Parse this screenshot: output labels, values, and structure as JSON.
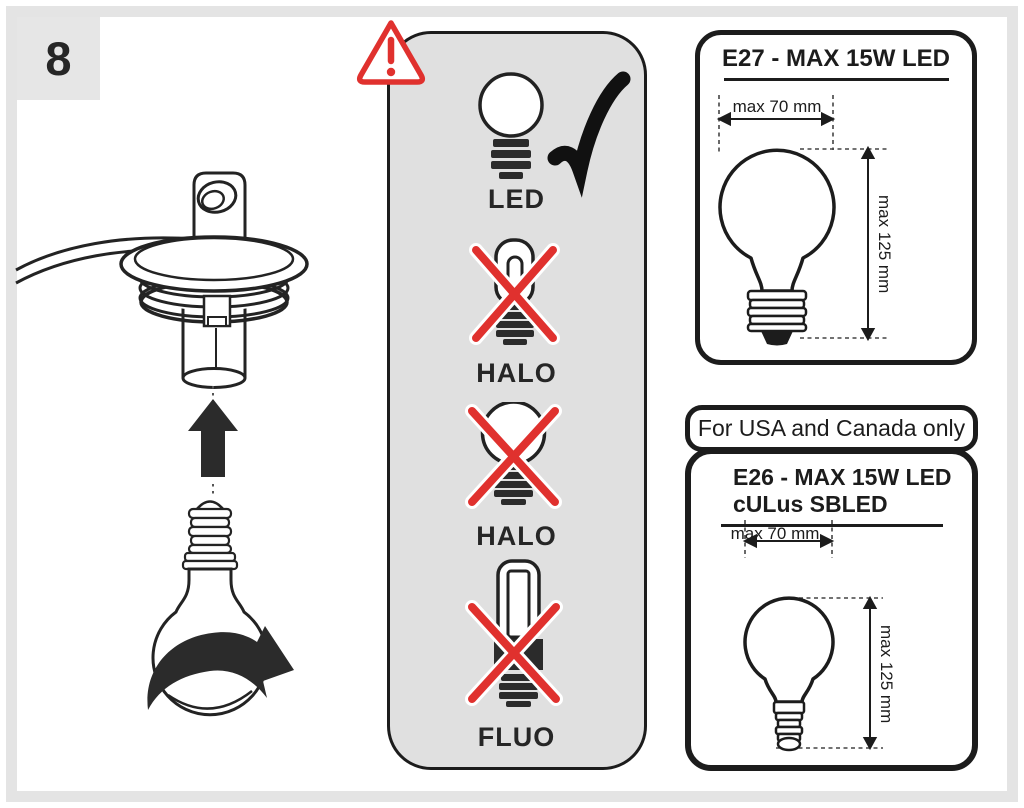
{
  "step": {
    "number": "8"
  },
  "panel": {
    "items": [
      {
        "label": "LED",
        "status": "allowed"
      },
      {
        "label": "HALO",
        "status": "prohibited"
      },
      {
        "label": "HALO",
        "status": "prohibited"
      },
      {
        "label": "FLUO",
        "status": "prohibited"
      }
    ]
  },
  "e27_box": {
    "title": "E27 - MAX 15W LED",
    "max_width": "max 70 mm",
    "max_height": "max 125 mm"
  },
  "e26_box": {
    "banner": "For USA and Canada only",
    "title": "E26 - MAX 15W LED",
    "subtitle": "cULus SBLED",
    "max_width": "max 70 mm",
    "max_height": "max 125 mm"
  },
  "icons": {
    "warning": "warning-triangle-icon",
    "allowed": "checkmark-icon",
    "prohibited": "red-cross-icon"
  },
  "colors": {
    "warning_red": "#e0312e",
    "line_black": "#1c1c1c",
    "panel_gray": "#e0e0e0",
    "frame_gray": "#e4e4e4"
  }
}
